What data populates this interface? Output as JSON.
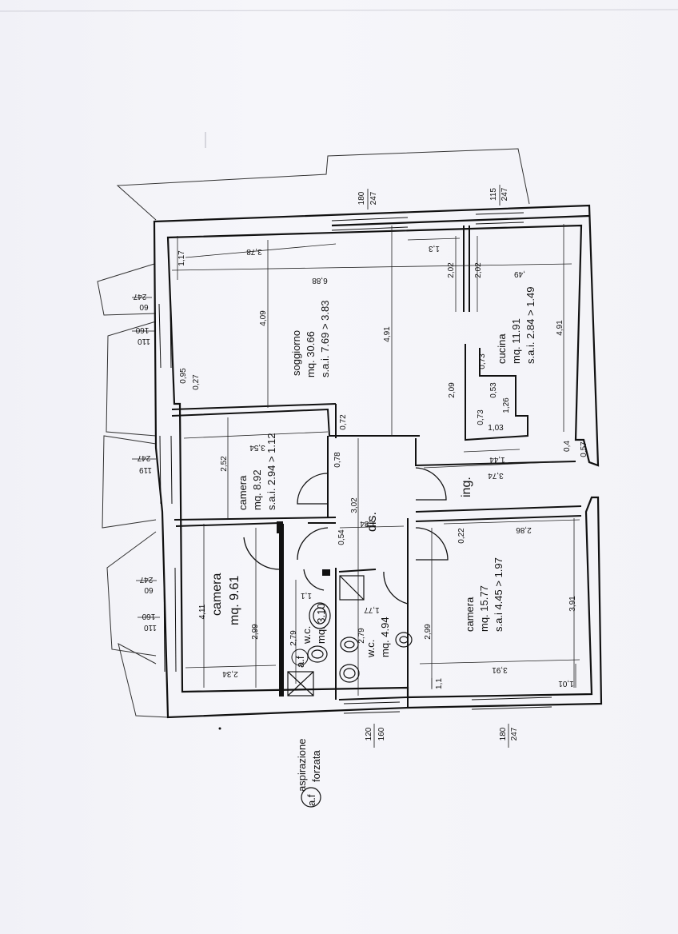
{
  "rooms": {
    "soggiorno": {
      "name": "soggiorno",
      "area": "mq. 30.66",
      "sai": "s.a.i. 7.69 > 3.83"
    },
    "cucina": {
      "name": "cucina",
      "area": "mq. 11.91",
      "sai": "s.a.i. 2.84 > 1.49"
    },
    "camera_small": {
      "name": "camera",
      "area": "mq. 8.92",
      "sai": "s.a.i. 2.94 > 1.12"
    },
    "camera_big": {
      "name": "camera",
      "area": "mq. 9.61"
    },
    "camera_right": {
      "name": "camera",
      "area": "mq. 15.77",
      "sai": "s.a.i 4.45 > 1.97"
    },
    "wc1": {
      "name": "w.c.",
      "area": "mq. 3.10"
    },
    "wc2": {
      "name": "w.c.",
      "area": "mq. 4.94"
    },
    "dis": {
      "name": "dis."
    },
    "ing": {
      "name": "ing."
    },
    "af": {
      "name": "a.f"
    }
  },
  "legend": {
    "symbol": "a.f",
    "line1": "aspirazione",
    "line2": "forzata"
  },
  "dimensions": {
    "d_378": "3,78",
    "d_117": "1,17",
    "d_688": "6,88",
    "d_409": "4,09",
    "d_491a": "4,91",
    "d_13": "1,3",
    "d_202a": "2,02",
    "d_202b": "2,02",
    "d_049": ",49",
    "d_491b": "4,91",
    "d_095": "0,95",
    "d_027": "0,27",
    "d_072": "0,72",
    "d_209": "2,09",
    "d_073a": "0,73",
    "d_053": "0,53",
    "d_073b": "0,73",
    "d_126": "1,26",
    "d_103": "1,03",
    "d_04": "0,4",
    "d_057": "0,57",
    "d_144": "1,44",
    "d_374": "3,74",
    "d_354": "3,54",
    "d_252": "2,52",
    "d_078": "0,78",
    "d_302": "3,02",
    "d_054": "0,54",
    "d_184": "1,84",
    "d_022": "0,22",
    "d_286": "2,86",
    "d_411": "4,11",
    "d_299a": "2,99",
    "d_234": "2,34",
    "d_11a": "1,1",
    "d_279a": "2,79",
    "d_177": "1,77",
    "d_279b": "2,79",
    "d_299b": "2,99",
    "d_391a": "3,91",
    "d_391b": "3,91",
    "d_11b": "1,1",
    "d_101": "1,01"
  },
  "windows": {
    "w_top1": {
      "a": "180",
      "b": "247"
    },
    "w_top2": {
      "a": "115",
      "b": "247"
    },
    "w_left1a": {
      "a": "60",
      "b": "247"
    },
    "w_left1b": {
      "a": "110",
      "b": "160"
    },
    "w_left2": {
      "a": "119",
      "b": "247"
    },
    "w_left3a": {
      "a": "60",
      "b": "247"
    },
    "w_left3b": {
      "a": "110",
      "b": "160"
    },
    "w_bottom1": {
      "a": "120",
      "b": "160"
    },
    "w_bottom2": {
      "a": "180",
      "b": "247"
    }
  }
}
